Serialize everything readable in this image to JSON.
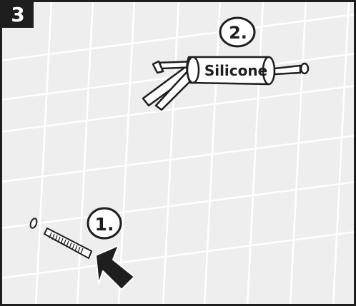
{
  "step_number": "3",
  "callouts": [
    {
      "label": "1."
    },
    {
      "label": "2."
    }
  ],
  "cartridge_label": "Silicone",
  "icons": [
    "wall-tile-grid",
    "wall-plug-dowel-icon",
    "washer-ring-icon",
    "push-arrow-icon",
    "silicone-caulking-gun-icon"
  ],
  "colors": {
    "tile_background": "#eeeeee",
    "grout_lines": "#ffffff",
    "outline": "#1e1e1e",
    "badge": "#1e1e1e"
  }
}
